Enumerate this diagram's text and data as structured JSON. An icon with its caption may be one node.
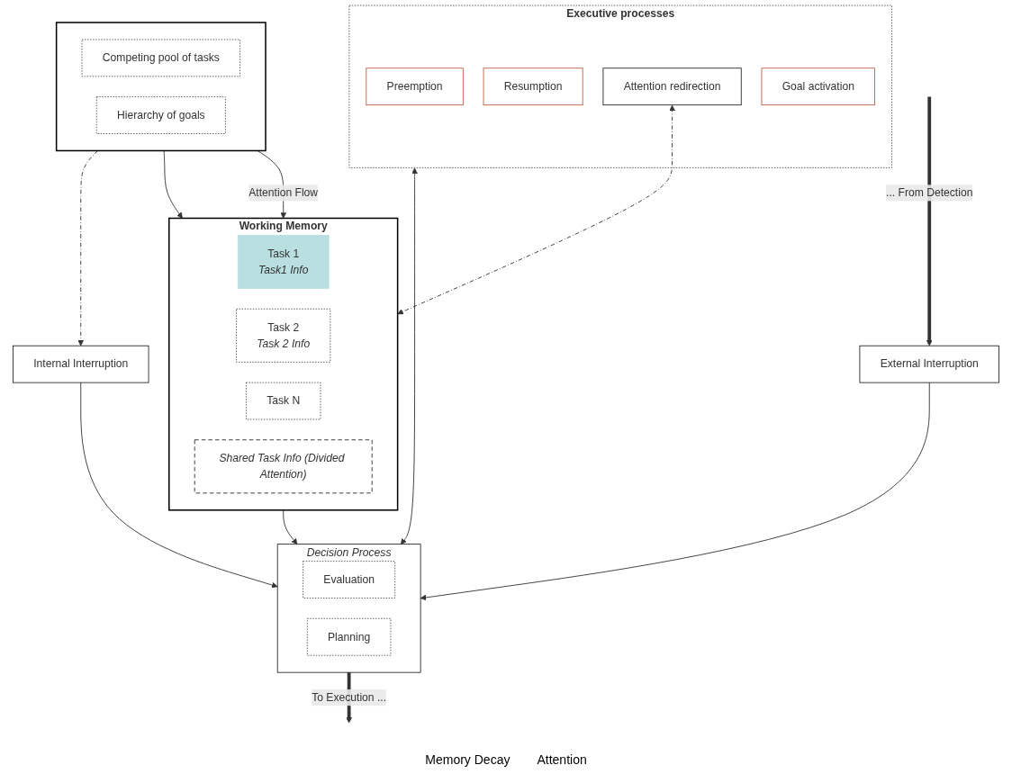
{
  "diagram": {
    "nodes": [
      {
        "text": [
          "Executive processes"
        ]
      },
      {
        "text": [
          "Preemption"
        ],
        "in": 0
      },
      {
        "text": [
          "Resumption"
        ],
        "in": 0
      },
      {
        "text": [
          "Attention redirection"
        ],
        "in": 0
      },
      {
        "text": [
          "Goal activation"
        ],
        "in": 0
      },
      {
        "text": [
          "External Interruption"
        ]
      },
      {
        "text": [
          "Internal Interruption"
        ]
      },
      {
        "text": [
          "Decision Process"
        ]
      },
      {
        "text": [
          "Evaluation"
        ],
        "in": 7
      },
      {
        "text": [
          "Planning"
        ],
        "in": 7
      },
      {
        "text": [
          "Working Memory"
        ]
      },
      {
        "text": [
          "Task 1",
          "Task1 Info"
        ],
        "in": 10
      },
      {
        "text": [
          "Task 2",
          "Task 2 Info"
        ],
        "in": 10
      },
      {
        "text": [
          "Task N"
        ],
        "in": 10
      },
      {
        "text": [
          "Shared Task Info (Divided Attention)"
        ],
        "in": 10
      },
      {
        "text": [],
        "shape": "box"
      },
      {
        "text": [
          "Competing pool of tasks"
        ],
        "in": 15
      },
      {
        "text": [
          "Hierarchy of goals"
        ],
        "in": 15
      }
    ],
    "edges": [
      {
        "from": null,
        "to": 5,
        "arrow": "to",
        "label": "... From Detection",
        "style": "thick"
      },
      {
        "from": 5,
        "to": 7,
        "arrow": "to"
      },
      {
        "from": 6,
        "to": 7,
        "arrow": "to"
      },
      {
        "from": 7,
        "to": null,
        "arrow": "to",
        "label": "To Execution ...",
        "style": "thick"
      },
      {
        "from": 0,
        "to": 7,
        "arrow": "both"
      },
      {
        "from": 3,
        "to": 10,
        "arrow": "both",
        "style": "dashed"
      },
      {
        "from": 10,
        "to": 7,
        "arrow": "to"
      },
      {
        "from": 15,
        "to": 10,
        "arrow": "to",
        "label": "Attention Flow"
      },
      {
        "from": 15,
        "to": 10,
        "arrow": "to"
      },
      {
        "from": 15,
        "to": 6,
        "arrow": "to",
        "style": "dashed"
      }
    ],
    "labels": [
      "Memory Decay",
      "Attention"
    ]
  }
}
